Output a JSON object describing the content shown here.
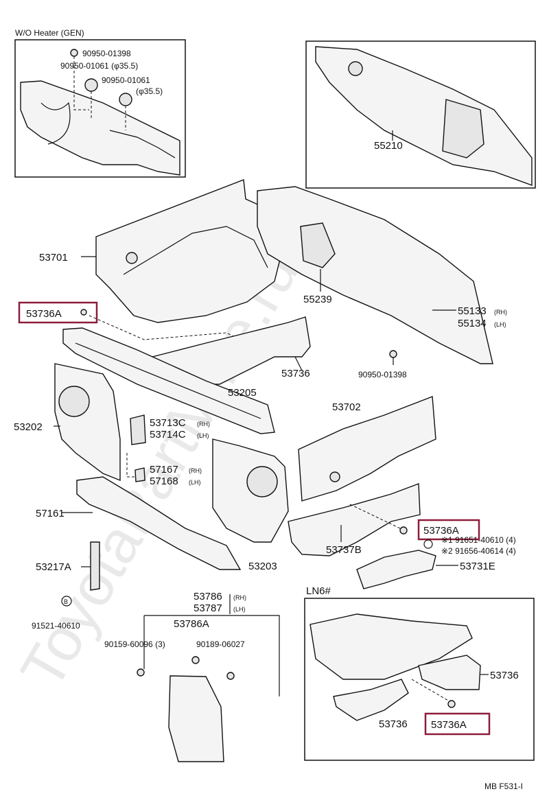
{
  "watermark": "ToyotaPartMine.ru",
  "insets": {
    "heater": {
      "title": "W/O Heater (GEN)"
    },
    "ln6": {
      "title": "LN6#"
    }
  },
  "labels": {
    "p90950_01398_top": "90950-01398",
    "p90950_01061_a": "90950-01061 (φ35.5)",
    "p90950_01061_b": "90950-01061",
    "p90950_01061_b_size": "(φ35.5)",
    "p55210": "55210",
    "p53701": "53701",
    "p55239": "55239",
    "p55133": "55133",
    "p55133_side": "(RH)",
    "p55134": "55134",
    "p55134_side": "(LH)",
    "p53736A_top": "53736A",
    "p53736": "53736",
    "p90950_01398_bot": "90950-01398",
    "p53205": "53205",
    "p53202": "53202",
    "p53713C": "53713C",
    "p53713C_side": "(RH)",
    "p53714C": "53714C",
    "p53714C_side": "(LH)",
    "p53702": "53702",
    "p57167": "57167",
    "p57167_side": "(RH)",
    "p57168": "57168",
    "p57168_side": "(LH)",
    "p57161": "57161",
    "p53736A_mid": "53736A",
    "p91651": "※1 91651-40610 (4)",
    "p91656": "※2 91656-40614 (4)",
    "p53737B": "53737B",
    "p53731E": "53731E",
    "p53217A": "53217A",
    "p53203": "53203",
    "p91521": "91521-40610",
    "p53786": "53786",
    "p53786_side": "(RH)",
    "p53787": "53787",
    "p53787_side": "(LH)",
    "p53786A": "53786A",
    "p90159": "90159-60096 (3)",
    "p90189": "90189-06027",
    "p53736_ln6_a": "53736",
    "p53736_ln6_b": "53736",
    "p53736A_ln6": "53736A",
    "footer_code": "MB F531-I"
  },
  "colors": {
    "highlight": "#8e1c3a",
    "line": "#111111"
  }
}
